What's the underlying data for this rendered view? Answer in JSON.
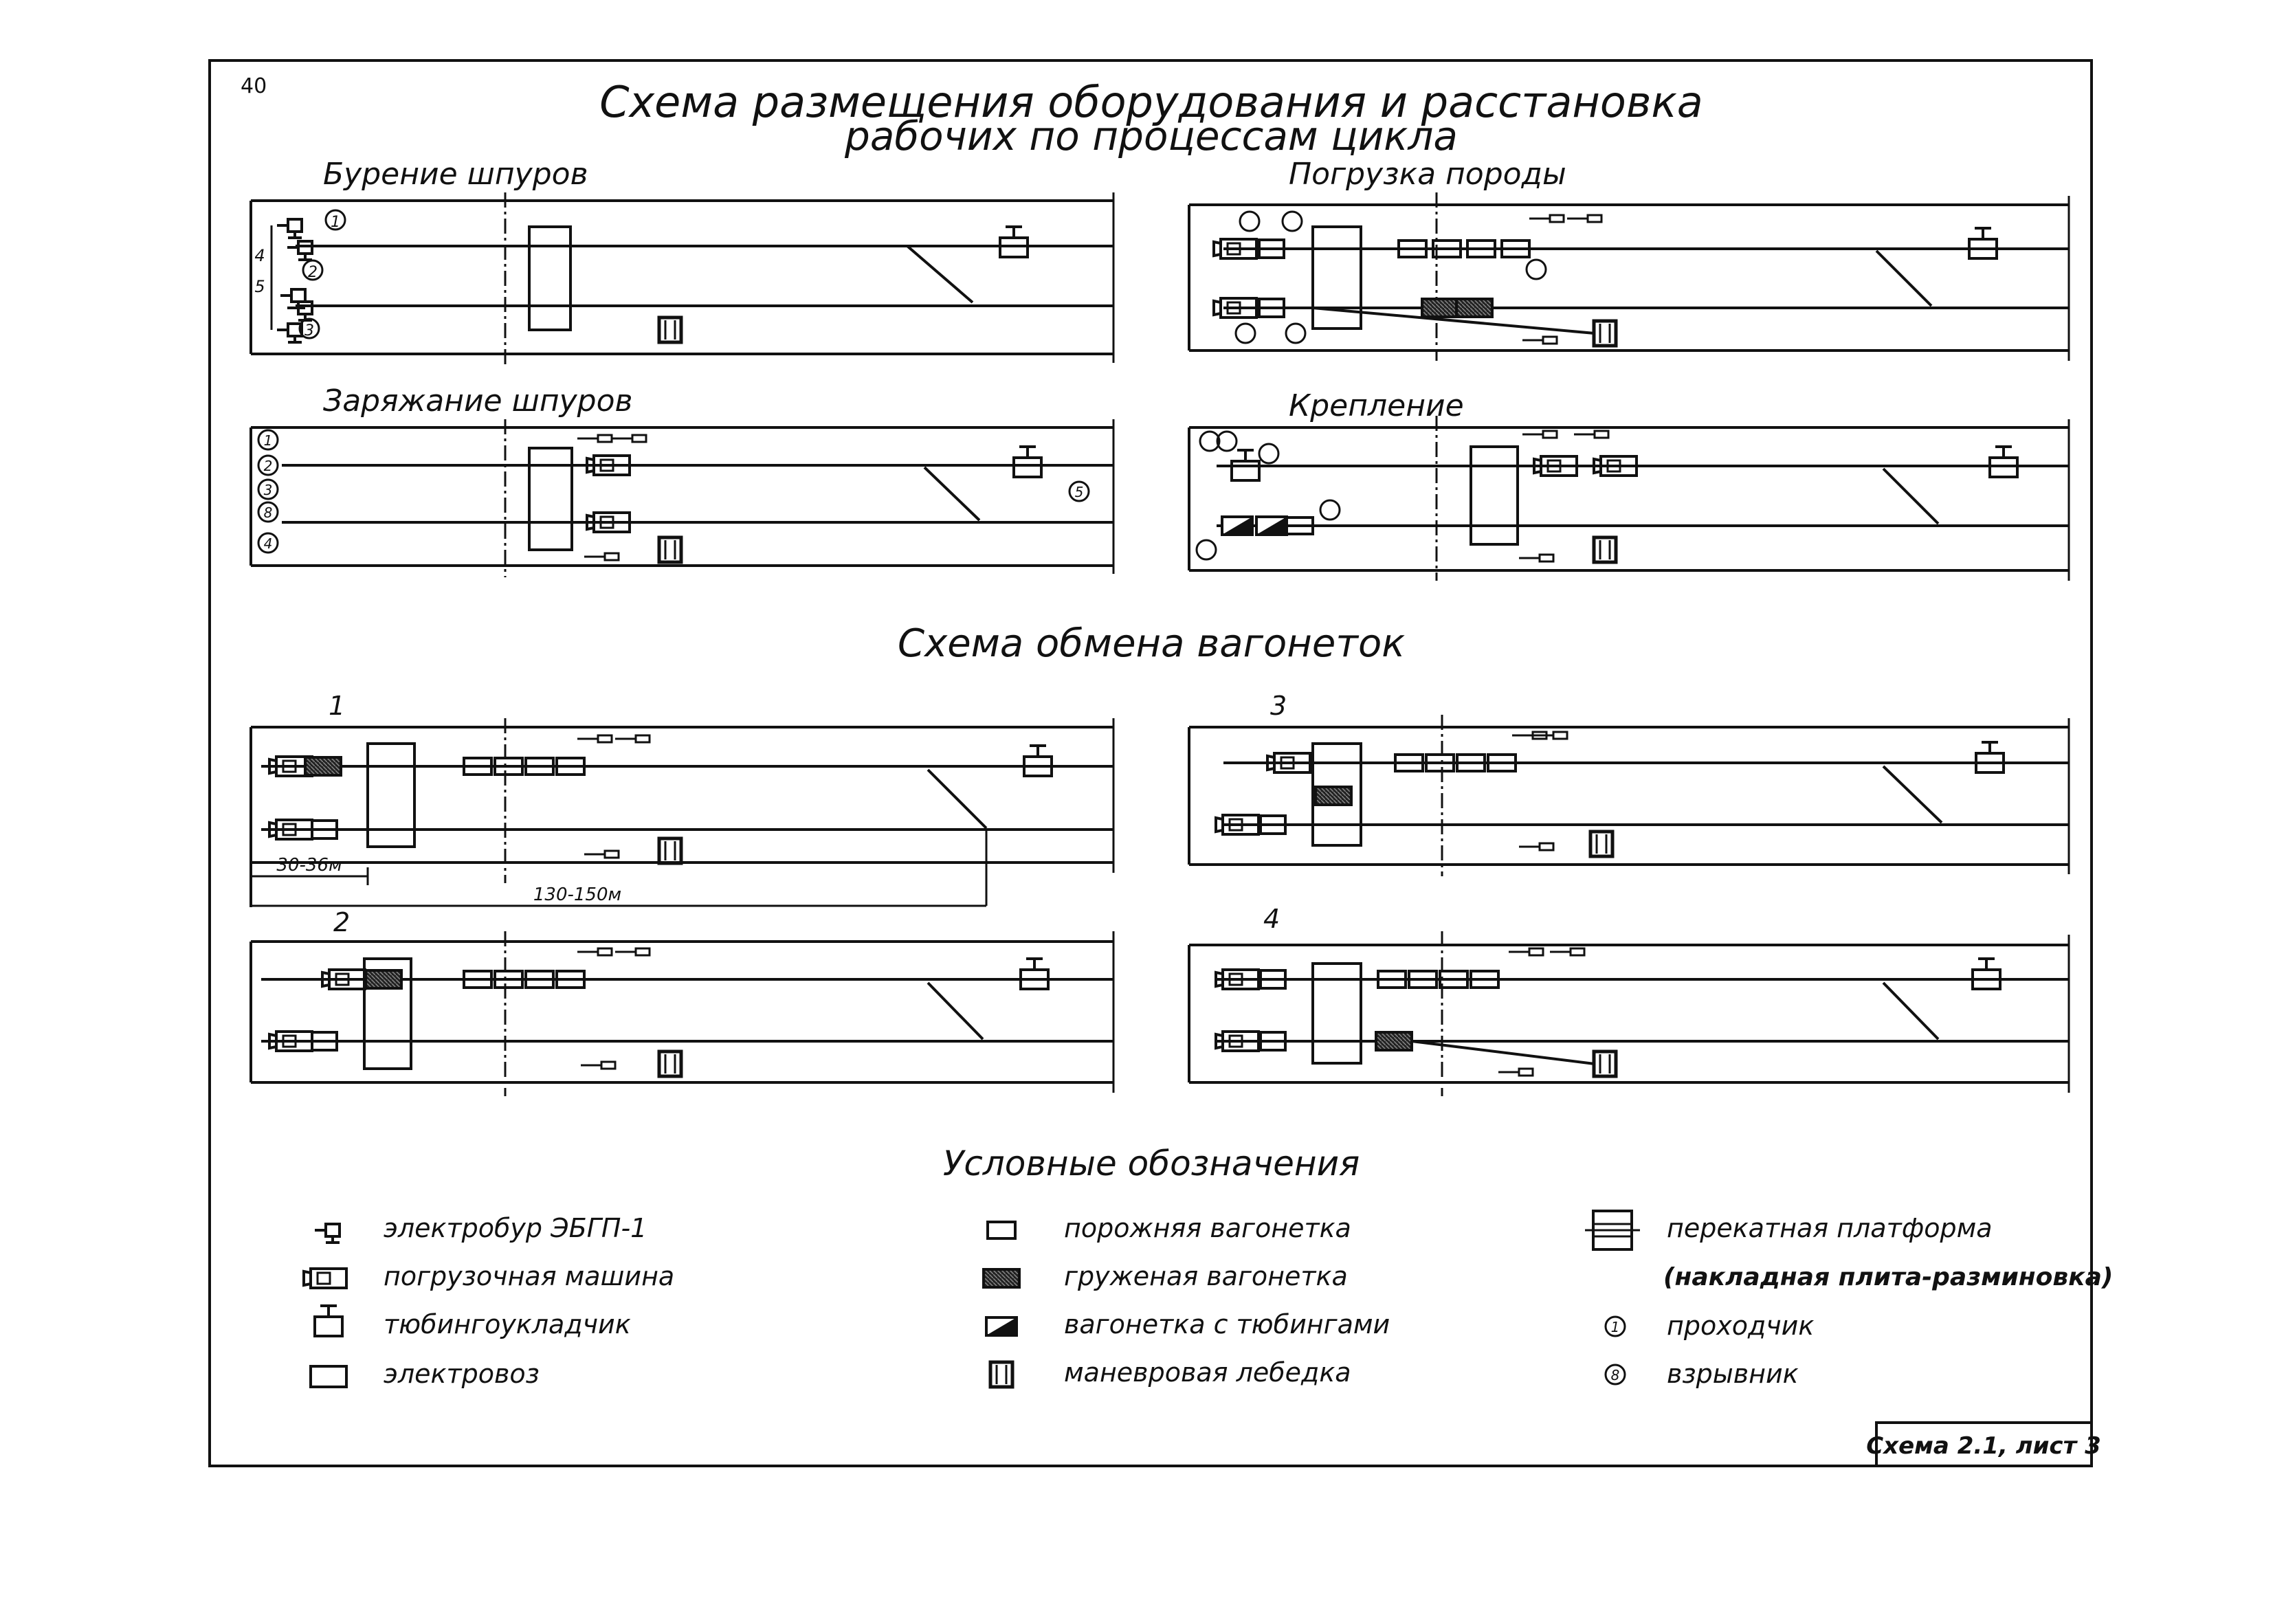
{
  "page_number": "40",
  "title_line1": "Схема размещения оборудования и расстановка",
  "title_line2": "рабочих по процессам цикла",
  "panels": {
    "drilling": "Бурение шпуров",
    "loading": "Погрузка породы",
    "charging": "Заряжание шпуров",
    "support": "Крепление"
  },
  "worker_marks": {
    "m1": "1",
    "m2": "2",
    "m3": "3",
    "m4": "4",
    "m5": "5",
    "m8": "8"
  },
  "exchange_title": "Схема обмена вагонеток",
  "exchange_numbers": {
    "e1": "1",
    "e2": "2",
    "e3": "3",
    "e4": "4"
  },
  "dimensions": {
    "short": "30-36м",
    "long": "130-150м"
  },
  "legend": {
    "title": "Условные обозначения",
    "drill": "электробур ЭБГП-1",
    "loader": "погрузочная машина",
    "erector": "тюбингоукладчик",
    "locomotive": "электровоз",
    "empty_car": "порожняя вагонетка",
    "loaded_car": "груженая вагонетка",
    "segment_car": "вагонетка с тюбингами",
    "winch": "маневровая лебедка",
    "platform": "перекатная платформа",
    "platform_note": "(накладная плита-разминовка)",
    "miner": "проходчик",
    "blaster": "взрывник"
  },
  "stamp": "Схема 2.1, лист 3"
}
